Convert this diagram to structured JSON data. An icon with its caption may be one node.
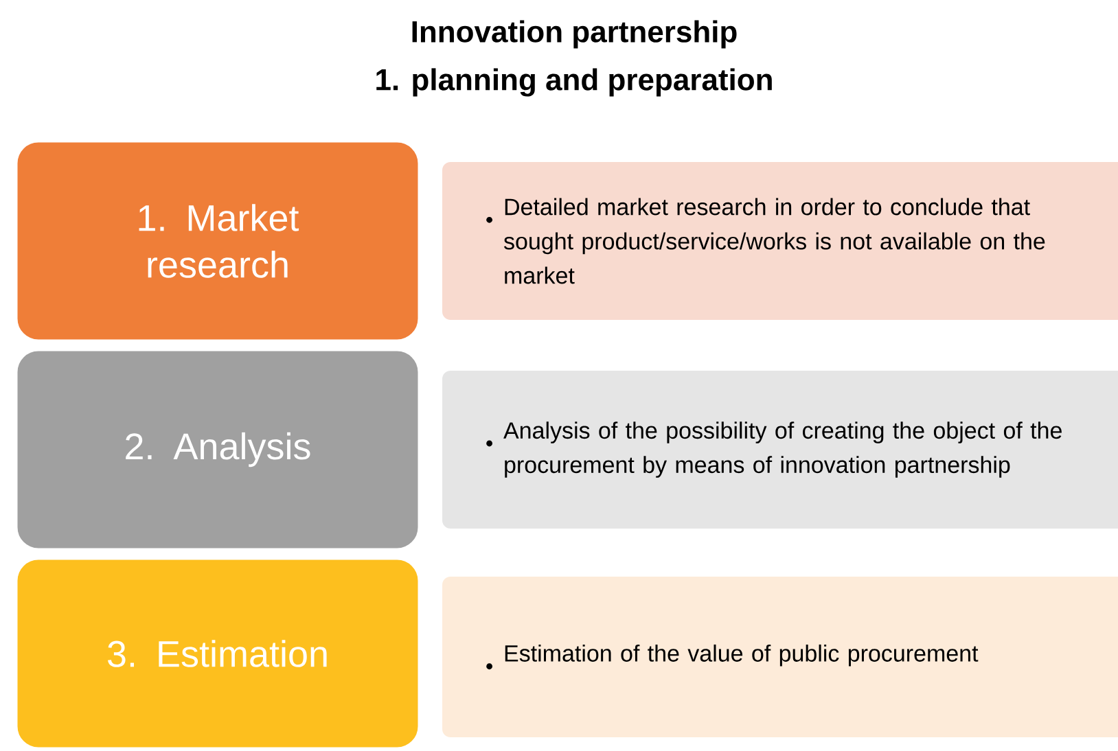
{
  "diagram": {
    "title": "Innovation partnership",
    "labels": [
      "1. planning and preparation"
    ],
    "nodes": [
      {
        "text": [
          "1. Market research"
        ]
      },
      {
        "text": [
          "Detailed market research in order to conclude that sought product/service/works is not available on the market"
        ]
      },
      {
        "text": [
          "2. Analysis"
        ]
      },
      {
        "text": [
          "Analysis of the possibility of creating the object of the procurement by means of innovation partnership"
        ]
      },
      {
        "text": [
          "3. Estimation"
        ]
      },
      {
        "text": [
          "Estimation of the value of public procurement"
        ]
      }
    ]
  }
}
